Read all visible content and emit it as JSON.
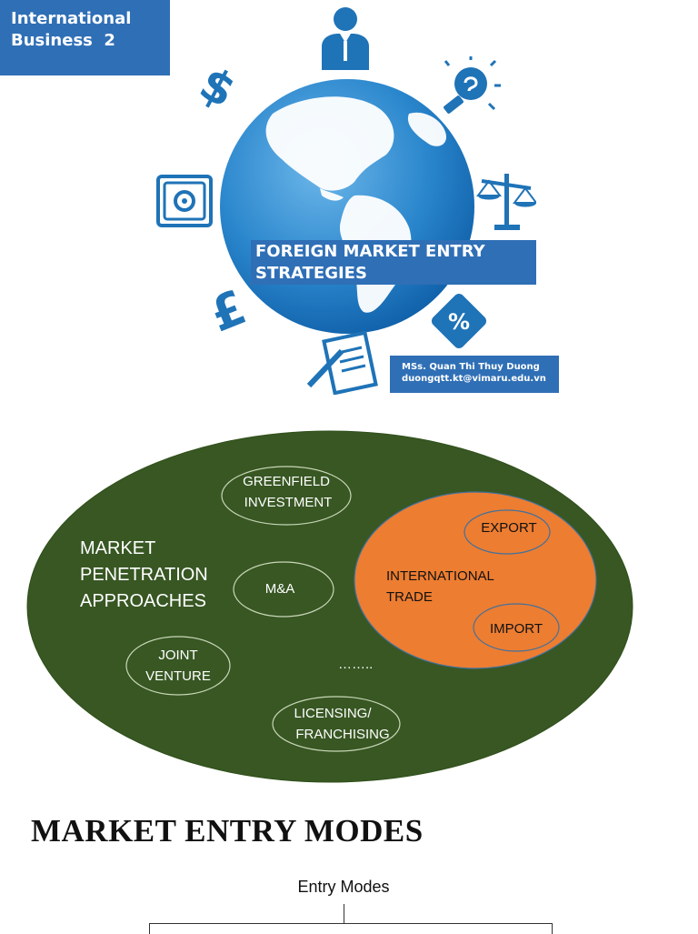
{
  "header": {
    "course_line1": "International",
    "course_line2": "Business  2"
  },
  "cover": {
    "title_line1": "FOREIGN MARKET ENTRY",
    "title_line2": "STRATEGIES",
    "author_name": "MSs. Quan Thi Thuy Duong",
    "author_email": "duongqtt.kt@vimaru.edu.vn",
    "icons": [
      "person-icon",
      "dollar-icon",
      "bulb-icon",
      "safe-icon",
      "scale-icon",
      "pound-icon",
      "percent-icon",
      "document-pen-icon",
      "globe"
    ],
    "accent_color": "#2f6fb6"
  },
  "diagram": {
    "main_label": [
      "MARKET",
      "PENETRATION",
      "APPROACHES"
    ],
    "greenfield": [
      "GREENFIELD",
      "INVESTMENT"
    ],
    "ma": "M&A",
    "joint_venture": [
      "JOINT",
      "VENTURE"
    ],
    "licensing": [
      "LICENSING/",
      "FRANCHISING"
    ],
    "ellipsis": "……..",
    "international_trade": [
      "INTERNATIONAL",
      "TRADE"
    ],
    "export": "EXPORT",
    "import": "IMPORT",
    "colors": {
      "outer": "#385723",
      "trade": "#ed7d31",
      "trade_ring": "#41719c"
    }
  },
  "section": {
    "heading": "MARKET ENTRY MODES",
    "tree_root": "Entry Modes"
  }
}
